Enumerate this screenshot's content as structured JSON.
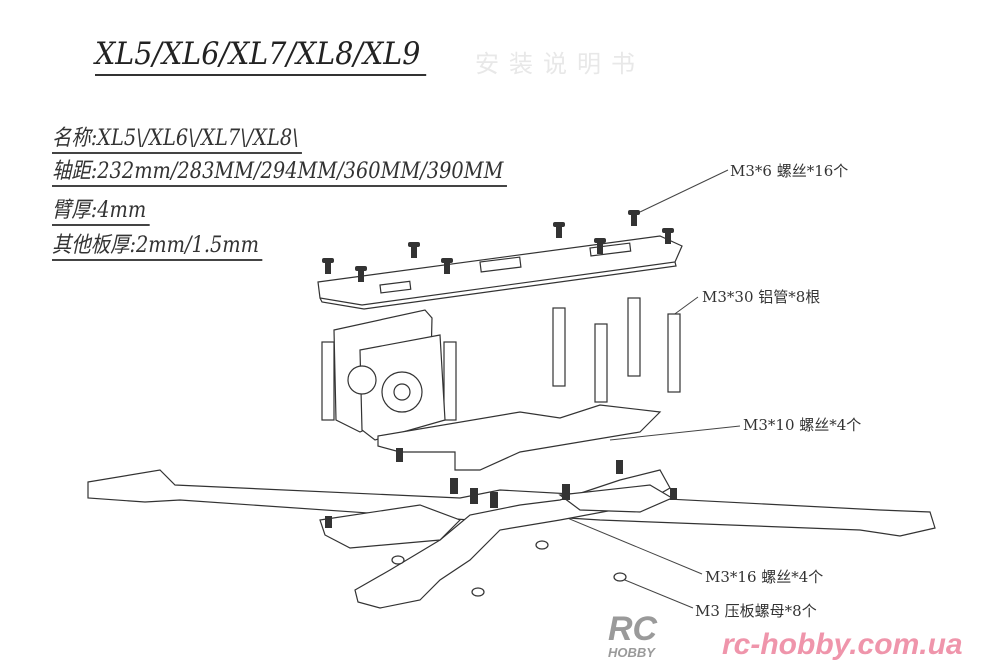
{
  "title": "XL5/XL6/XL7/XL8/XL9",
  "subtitle_faded": "安装说明书",
  "specs": [
    "名称:XL5\\/XL6\\/XL7\\/XL8\\",
    "轴距:232mm/283MM/294MM/360MM/390MM",
    "臂厚:4mm",
    "其他板厚:2mm/1.5mm"
  ],
  "callouts": {
    "screw_m3x6": "M3*6 螺丝*16个",
    "standoff_m3x30": "M3*30 铝管*8根",
    "screw_m3x10": "M3*10 螺丝*4个",
    "screw_m3x16": "M3*16 螺丝*4个",
    "nut_m3": "M3 压板螺母*8个"
  },
  "watermark": {
    "logo_rc": "RC",
    "logo_hobby": "HOBBY",
    "site": "rc-hobby.com.ua"
  }
}
